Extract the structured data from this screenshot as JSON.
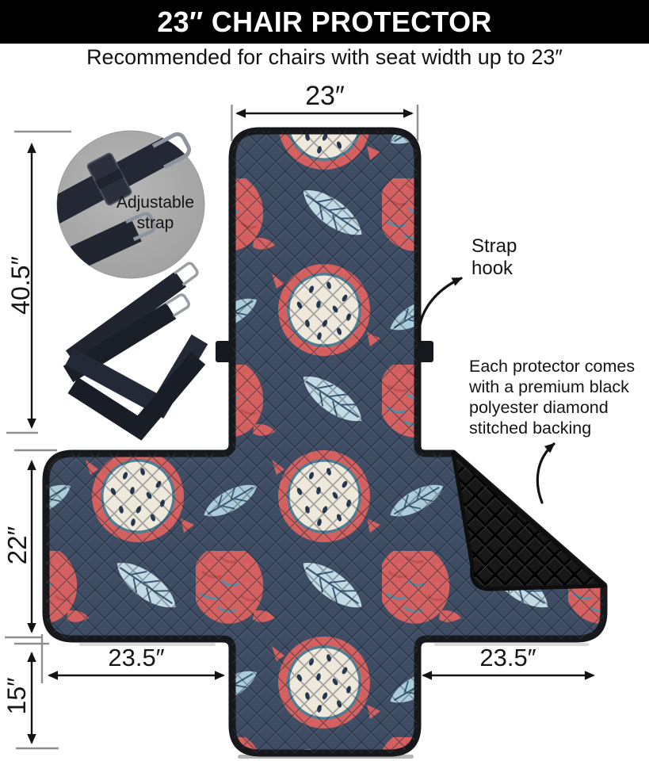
{
  "header": {
    "title": "23″ CHAIR PROTECTOR",
    "subtitle": "Recommended for chairs with seat width up to 23″"
  },
  "dimensions": {
    "top_width": "23″",
    "back_height": "40.5″",
    "seat_side_height": "22″",
    "front_skirt_height": "15″",
    "left_flap_width": "23.5″",
    "right_flap_width": "23.5″"
  },
  "callouts": {
    "adjustable_strap": "Adjustable strap",
    "strap_hook": "Strap hook",
    "backing_note": "Each protector comes with a premium black polyester diamond stitched backing"
  },
  "colors": {
    "banner_bg": "#000000",
    "banner_text": "#ffffff",
    "pattern_navy": "#3e4d64",
    "fruit_red": "#d4605f",
    "fruit_cream": "#efe9dc",
    "ring_teal": "#4f7d92",
    "leaf_blue": "#c2dbe4",
    "backing_black": "#181818",
    "inset_gray": "#a8a8a8"
  }
}
